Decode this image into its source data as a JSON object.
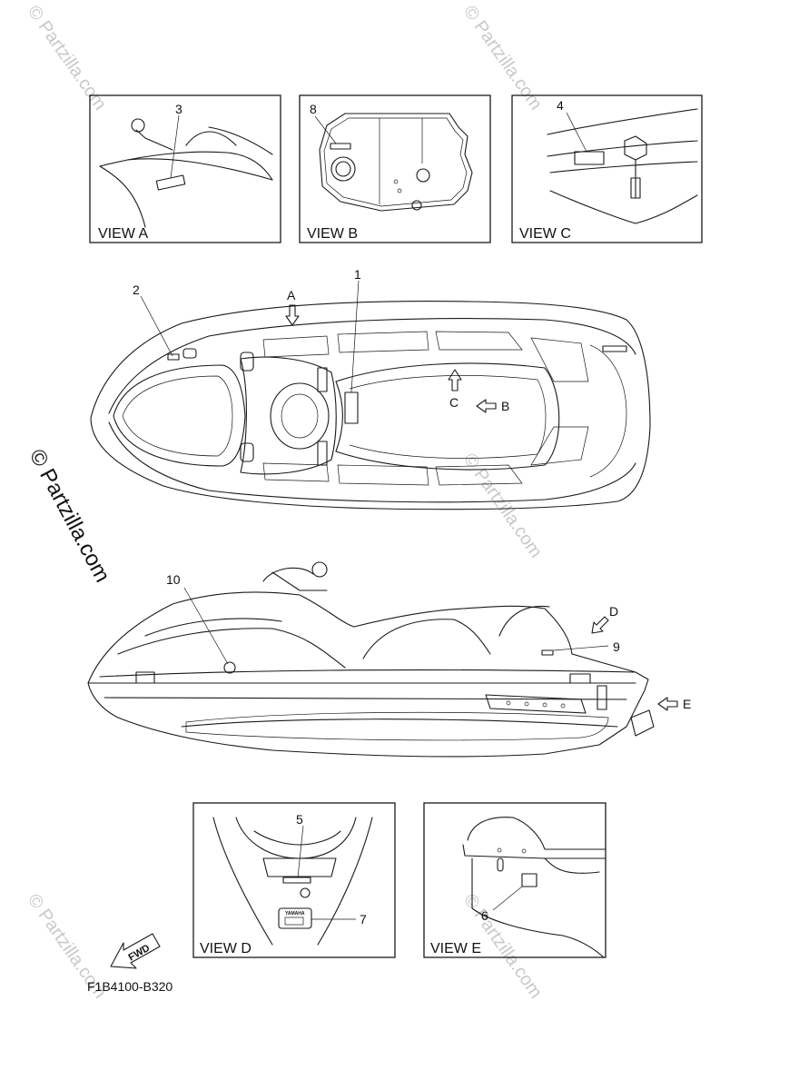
{
  "watermark": {
    "small": "© Partzilla.com",
    "large": "© Partzilla.com"
  },
  "views": {
    "a": "VIEW A",
    "b": "VIEW B",
    "c": "VIEW C",
    "d": "VIEW D",
    "e": "VIEW E"
  },
  "callouts": {
    "n1": "1",
    "n2": "2",
    "n3": "3",
    "n4": "4",
    "n5": "5",
    "n6": "6",
    "n7": "7",
    "n8": "8",
    "n9": "9",
    "n10": "10"
  },
  "arrows": {
    "a": "A",
    "b": "B",
    "c": "C",
    "d": "D",
    "e": "E"
  },
  "fwd_label": "FWD",
  "yamaha_label": "YAMAHA",
  "figure_code": "F1B4100-B320"
}
